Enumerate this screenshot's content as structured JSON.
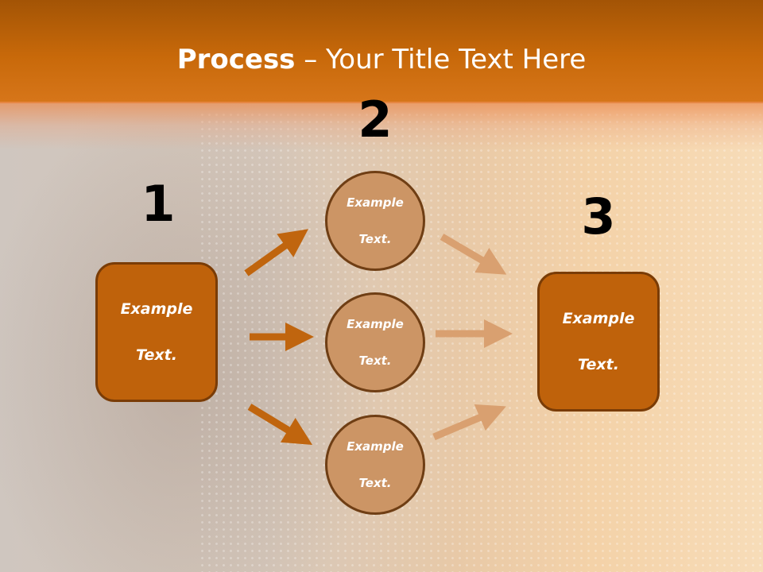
{
  "slide": {
    "title_bold": "Process",
    "title_rest": " – Your Title Text Here"
  },
  "steps": {
    "step1": {
      "number": "1",
      "text_line1": "Example",
      "text_line2": "Text."
    },
    "step2": {
      "number": "2"
    },
    "step3": {
      "number": "3",
      "text_line1": "Example",
      "text_line2": "Text."
    }
  },
  "circles": [
    {
      "text_line1": "Example",
      "text_line2": "Text."
    },
    {
      "text_line1": "Example",
      "text_line2": "Text."
    },
    {
      "text_line1": "Example",
      "text_line2": "Text."
    }
  ],
  "colors": {
    "header": "#c8690a",
    "box_fill": "#bf620b",
    "box_border": "#7a3c06",
    "circle_fill": "#cc9565",
    "circle_border": "#6f3e14",
    "arrow_dark": "#c0650e",
    "arrow_light": "#d9a070"
  },
  "icons": [
    "arrow-right-icon"
  ]
}
